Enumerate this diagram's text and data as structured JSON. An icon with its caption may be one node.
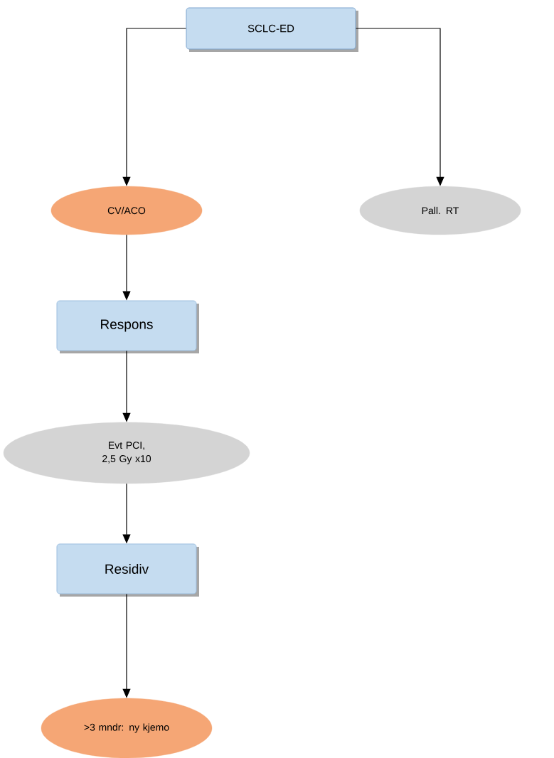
{
  "diagram": {
    "nodes": [
      {
        "text": [
          "SCLC-ED"
        ]
      },
      {
        "text": [
          "CV/ACO"
        ]
      },
      {
        "text": [
          "Pall. RT"
        ]
      },
      {
        "text": [
          "Respons"
        ]
      },
      {
        "text": [
          "Evt PCI, 2,5 Gy x10"
        ]
      },
      {
        "text": [
          "Residiv"
        ]
      },
      {
        "text": [
          ">3 mndr: ny kjemo"
        ]
      }
    ],
    "edges": [
      {
        "from": 0,
        "to": 1,
        "arrow": "to"
      },
      {
        "from": 0,
        "to": 2,
        "arrow": "to"
      },
      {
        "from": 1,
        "to": 3,
        "arrow": "to"
      },
      {
        "from": 3,
        "to": 4,
        "arrow": "to"
      },
      {
        "from": 4,
        "to": 5,
        "arrow": "to"
      },
      {
        "from": 5,
        "to": 6,
        "arrow": "to"
      }
    ]
  }
}
